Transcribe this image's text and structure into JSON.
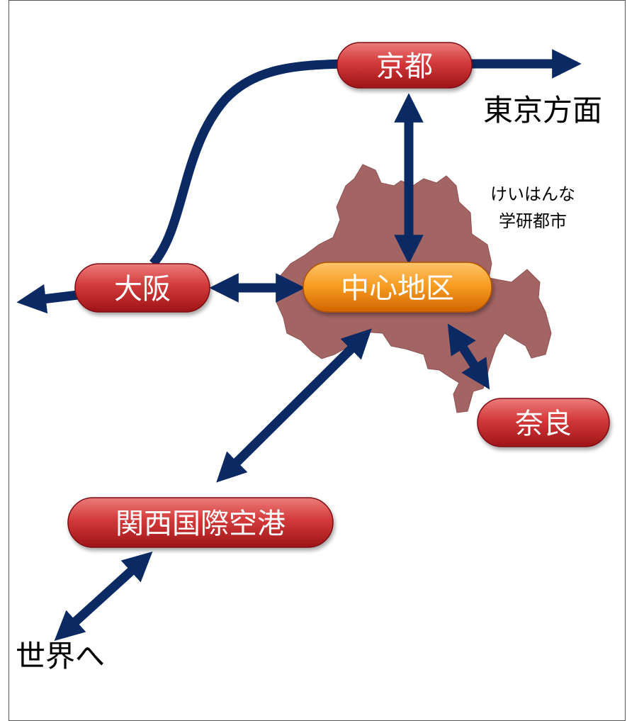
{
  "diagram": {
    "nodes": {
      "kyoto": "京都",
      "osaka": "大阪",
      "center": "中心地区",
      "nara": "奈良",
      "kansai_airport": "関西国際空港"
    },
    "labels": {
      "tokyo_direction": "東京方面",
      "keihanna_line1": "けいはんな",
      "keihanna_line2": "学研都市",
      "to_world": "世界へ"
    },
    "colors": {
      "arrow": "#0b2a63",
      "node_red_top": "#e05a5a",
      "node_red_bottom": "#a4161c",
      "node_orange_top": "#ffb347",
      "node_orange_bottom": "#e36e00",
      "region": "#a36464"
    }
  }
}
